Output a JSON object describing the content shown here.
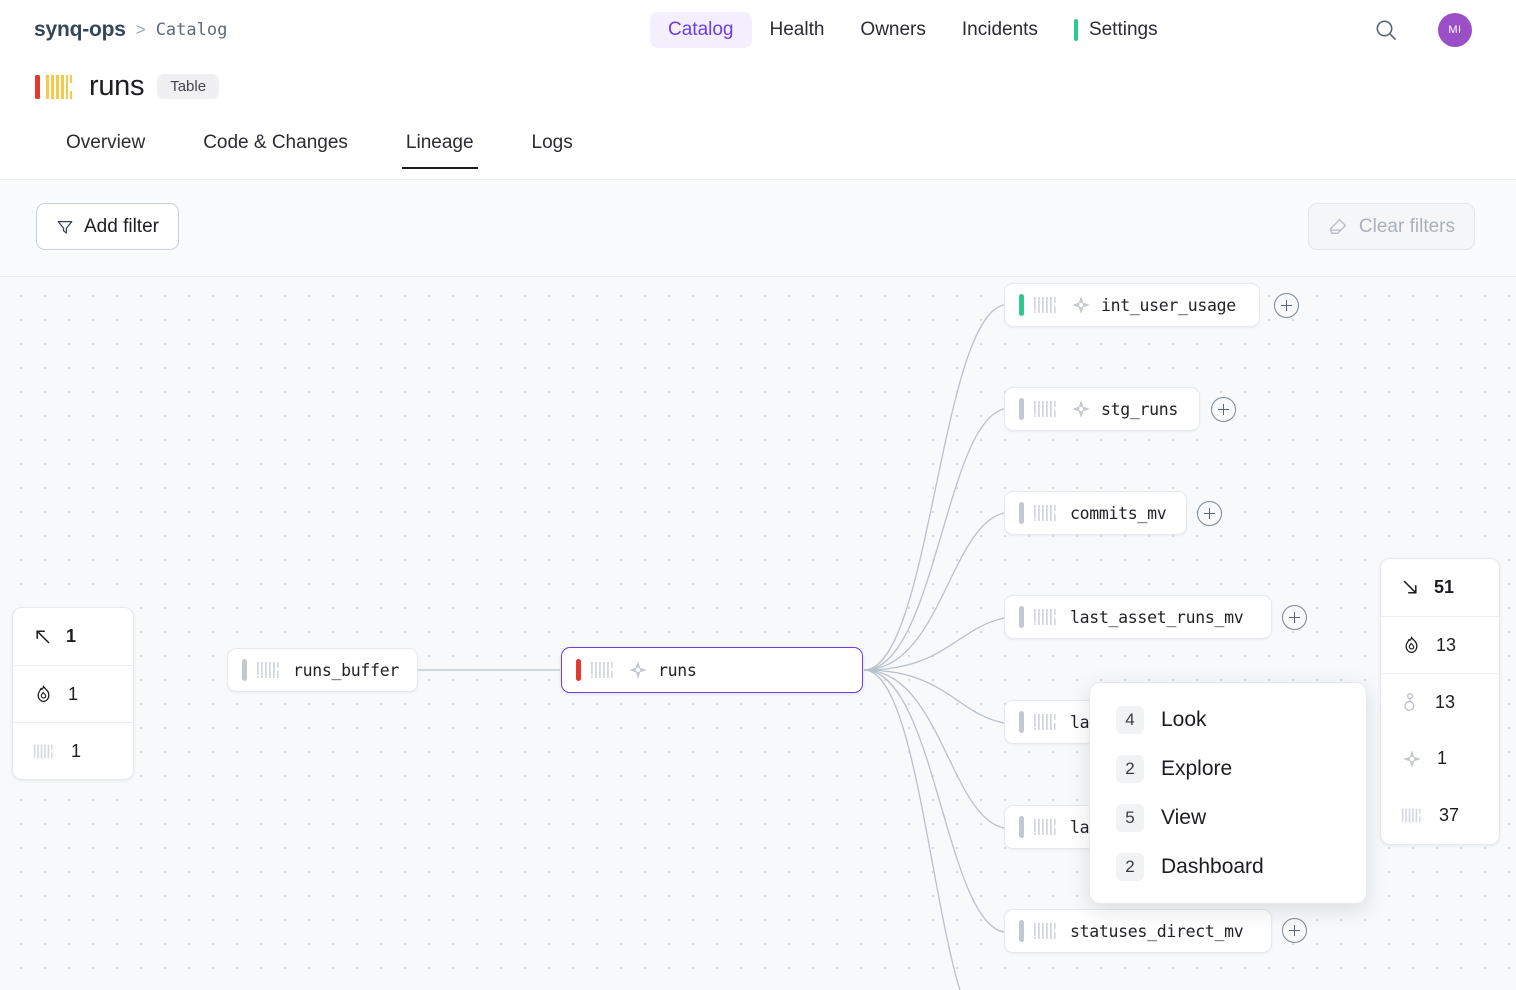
{
  "header": {
    "breadcrumb": {
      "org": "synq-ops",
      "separator": ">",
      "current": "Catalog"
    },
    "nav": [
      {
        "label": "Catalog",
        "active": true
      },
      {
        "label": "Health",
        "active": false
      },
      {
        "label": "Owners",
        "active": false
      },
      {
        "label": "Incidents",
        "active": false
      },
      {
        "label": "Settings",
        "active": false,
        "indicator": "green-bar"
      }
    ],
    "search_icon": "search-icon",
    "avatar_initials": "MI"
  },
  "asset": {
    "name": "runs",
    "type_badge": "Table",
    "icon": "clickhouse-barcode-icon"
  },
  "tabs": [
    {
      "label": "Overview",
      "active": false
    },
    {
      "label": "Code & Changes",
      "active": false
    },
    {
      "label": "Lineage",
      "active": true
    },
    {
      "label": "Logs",
      "active": false
    }
  ],
  "filter_bar": {
    "add_filter_label": "Add filter",
    "add_filter_icon": "funnel-icon",
    "clear_filters_label": "Clear filters",
    "clear_filters_icon": "eraser-icon",
    "clear_filters_disabled": true
  },
  "graph": {
    "upstream_nodes": [
      {
        "name": "runs_buffer",
        "status_color": "#c3c8cf",
        "has_dbt_icon": false
      }
    ],
    "focus_node": {
      "name": "runs",
      "status_color": "#e5392f",
      "has_dbt_icon": true,
      "selected": true
    },
    "downstream_nodes": [
      {
        "name": "int_user_usage",
        "status_color": "#2ec98d",
        "has_dbt_icon": true,
        "expandable": true
      },
      {
        "name": "stg_runs",
        "status_color": "#c3c8cf",
        "has_dbt_icon": true,
        "expandable": true
      },
      {
        "name": "commits_mv",
        "status_color": "#c3c8cf",
        "has_dbt_icon": false,
        "expandable": true
      },
      {
        "name": "last_asset_runs_mv",
        "status_color": "#c3c8cf",
        "has_dbt_icon": false,
        "expandable": true
      },
      {
        "name": "la",
        "status_color": "#c3c8cf",
        "has_dbt_icon": false,
        "expandable": false,
        "truncated": true
      },
      {
        "name": "la",
        "status_color": "#c3c8cf",
        "has_dbt_icon": false,
        "expandable": false,
        "truncated": true
      },
      {
        "name": "statuses_direct_mv",
        "status_color": "#c3c8cf",
        "has_dbt_icon": false,
        "expandable": true
      }
    ]
  },
  "upstream_panel": {
    "rows": [
      {
        "icon": "arrow-up-left-icon",
        "value": "1",
        "bold": true
      },
      {
        "icon": "flame-icon",
        "value": "1",
        "bold": false
      },
      {
        "icon": "barcode-icon",
        "value": "1",
        "bold": false
      }
    ]
  },
  "downstream_panel": {
    "rows": [
      {
        "icon": "arrow-down-right-icon",
        "value": "51",
        "bold": true
      },
      {
        "icon": "flame-icon",
        "value": "13",
        "bold": false
      },
      {
        "icon": "looker-icon",
        "value": "13",
        "bold": false
      },
      {
        "icon": "dbt-icon",
        "value": "1",
        "bold": false
      },
      {
        "icon": "barcode-icon",
        "value": "37",
        "bold": false
      }
    ]
  },
  "popup_menu": {
    "items": [
      {
        "count": "4",
        "label": "Look"
      },
      {
        "count": "2",
        "label": "Explore"
      },
      {
        "count": "5",
        "label": "View"
      },
      {
        "count": "2",
        "label": "Dashboard"
      }
    ]
  },
  "colors": {
    "accent": "#6b3fe0",
    "accent_bg": "#f3efff",
    "status_ok": "#2ec98d",
    "status_error": "#e5392f",
    "status_neutral": "#c3c8cf",
    "canvas_bg": "#f7f9fb"
  }
}
